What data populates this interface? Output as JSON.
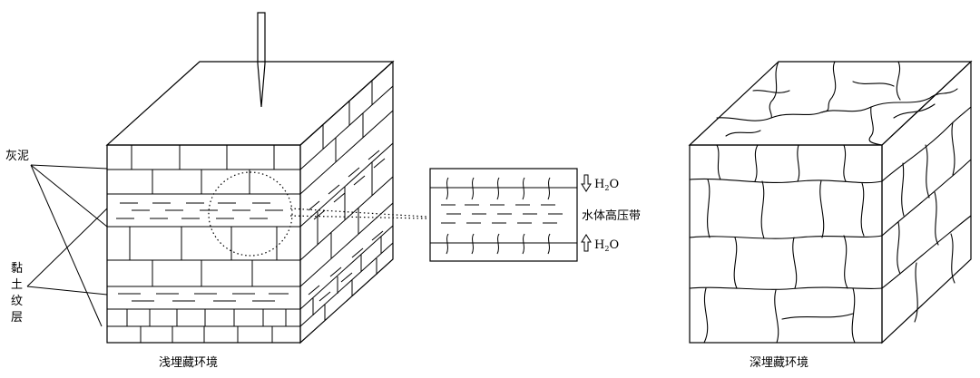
{
  "left_block": {
    "caption": "浅埋藏环境",
    "label_limemud": "灰泥",
    "label_claylamina": [
      "黏",
      "土",
      "纹",
      "层"
    ]
  },
  "middle_panel": {
    "top_label": {
      "main": "H",
      "sub": "2",
      "tail": "O"
    },
    "middle_label": "水体高压带",
    "bottom_label": {
      "main": "H",
      "sub": "2",
      "tail": "O"
    }
  },
  "right_block": {
    "caption": "深埋藏环境"
  }
}
